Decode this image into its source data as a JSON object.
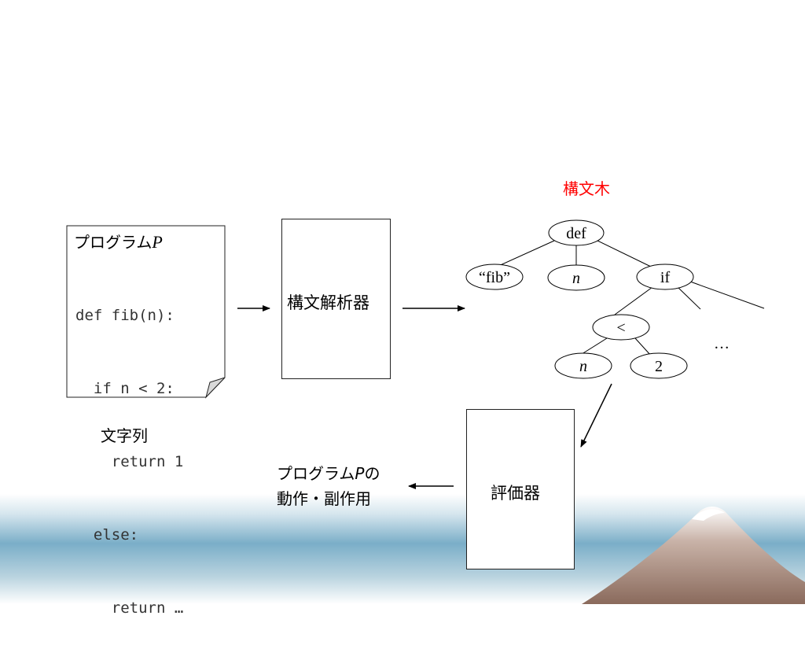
{
  "program_doc": {
    "title": "プログラム",
    "title_var": "P",
    "code_lines": [
      "def fib(n):",
      "  if n < 2:",
      "    return 1",
      "  else:",
      "    return …"
    ],
    "caption": "文字列"
  },
  "parser": {
    "label": "構文解析器"
  },
  "tree": {
    "title": "構文木",
    "title_color": "#ff0000",
    "nodes": {
      "def": "def",
      "fib": "“fib”",
      "n": "n",
      "if": "if",
      "lt": "<",
      "n2": "n",
      "two": "2"
    },
    "ellipsis": "…"
  },
  "evaluator": {
    "label": "評価器"
  },
  "result": {
    "line1": "プログラム",
    "line1_var": "P",
    "line1_suffix": "の",
    "line2": "動作・副作用"
  }
}
